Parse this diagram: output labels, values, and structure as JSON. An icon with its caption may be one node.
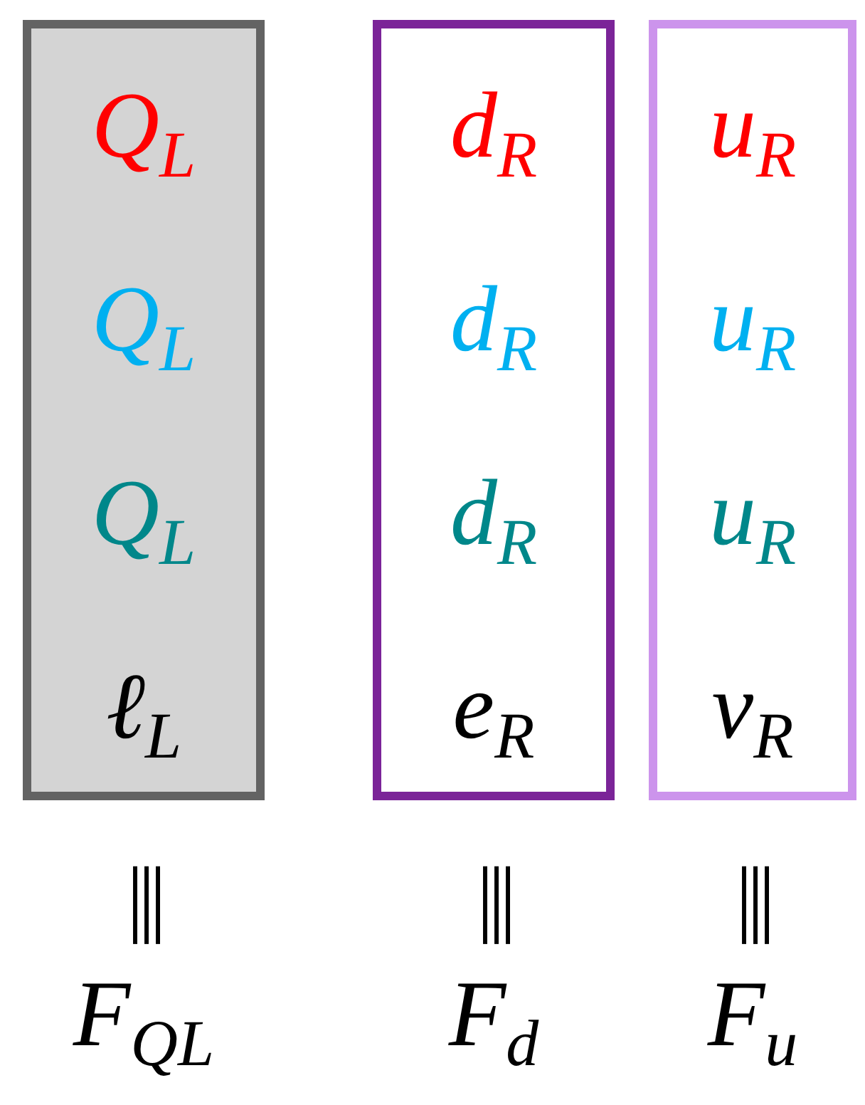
{
  "diagram": {
    "nodes": [
      {
        "text": [
          "Q$_{L}$",
          "Q$_{L}$",
          "Q$_{L}$",
          "ℓ$_{L}$"
        ],
        "beside": [
          "|||",
          "F$_{QL}$"
        ]
      },
      {
        "text": [
          "d$_{R}$",
          "d$_{R}$",
          "d$_{R}$",
          "e$_{R}$"
        ],
        "beside": [
          "|||",
          "F$_{d}$"
        ]
      },
      {
        "text": [
          "u$_{R}$",
          "u$_{R}$",
          "u$_{R}$",
          "ν$_{R}$"
        ],
        "beside": [
          "|||",
          "F$_{u}$"
        ]
      }
    ],
    "edges": []
  }
}
